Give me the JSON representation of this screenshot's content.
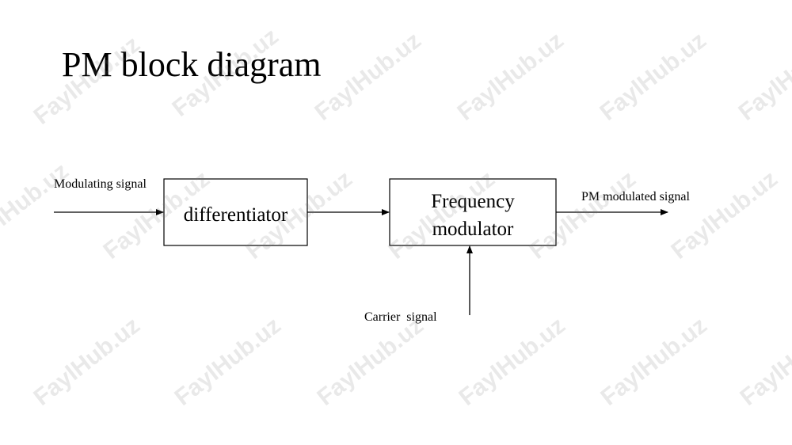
{
  "title": "PM block diagram",
  "blocks": {
    "differentiator": "differentiator",
    "frequency_modulator_line1": "Frequency",
    "frequency_modulator_line2": "modulator"
  },
  "signals": {
    "input": "Modulating signal",
    "carrier": "Carrier  signal",
    "output": "PM modulated signal"
  },
  "watermark": "FaylHub.uz"
}
